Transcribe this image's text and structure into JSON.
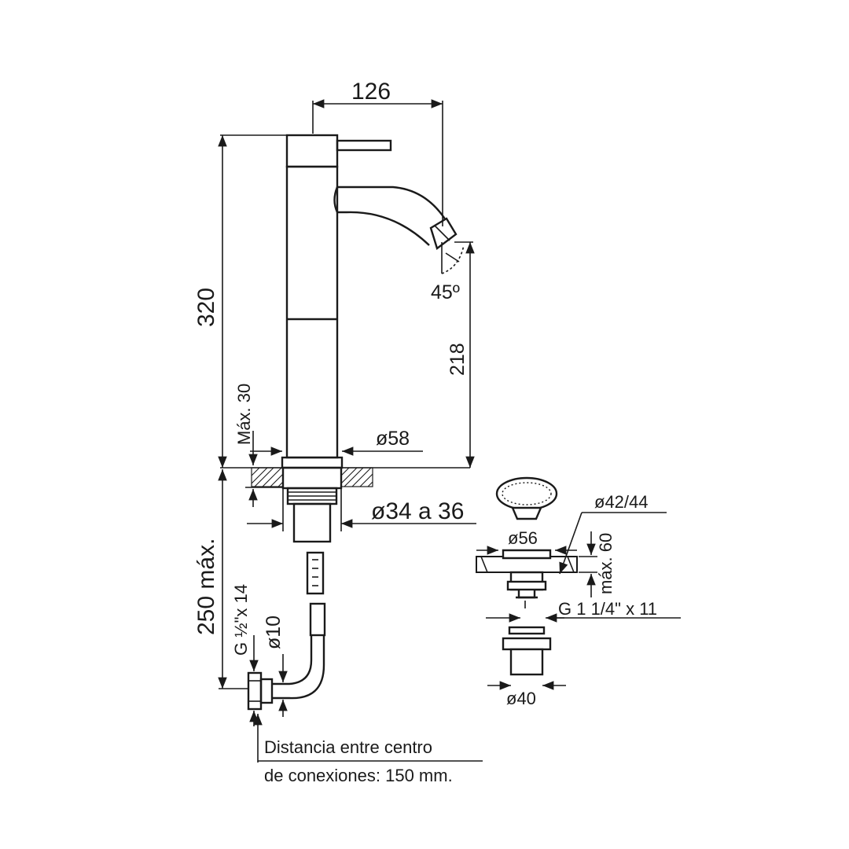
{
  "drawing": {
    "dimensions": {
      "width_top": "126",
      "total_height": "320",
      "spout_height": "218",
      "spout_angle": "45º",
      "max_thickness": "Máx. 30",
      "base_diameter": "ø58",
      "hole_diameter": "ø34 a 36",
      "hose_length": "250 máx.",
      "inlet_thread": "G ½\"x 14",
      "hose_diameter": "ø10",
      "drain_top_diameter": "ø42/44",
      "drain_flange_diameter": "ø56",
      "drain_max_thickness": "máx. 60",
      "drain_thread": "G 1 1/4\" x 11",
      "drain_bottom_diameter": "ø40"
    },
    "note": {
      "line1": "Distancia entre centro",
      "line2": "de conexiones: 150 mm."
    }
  }
}
